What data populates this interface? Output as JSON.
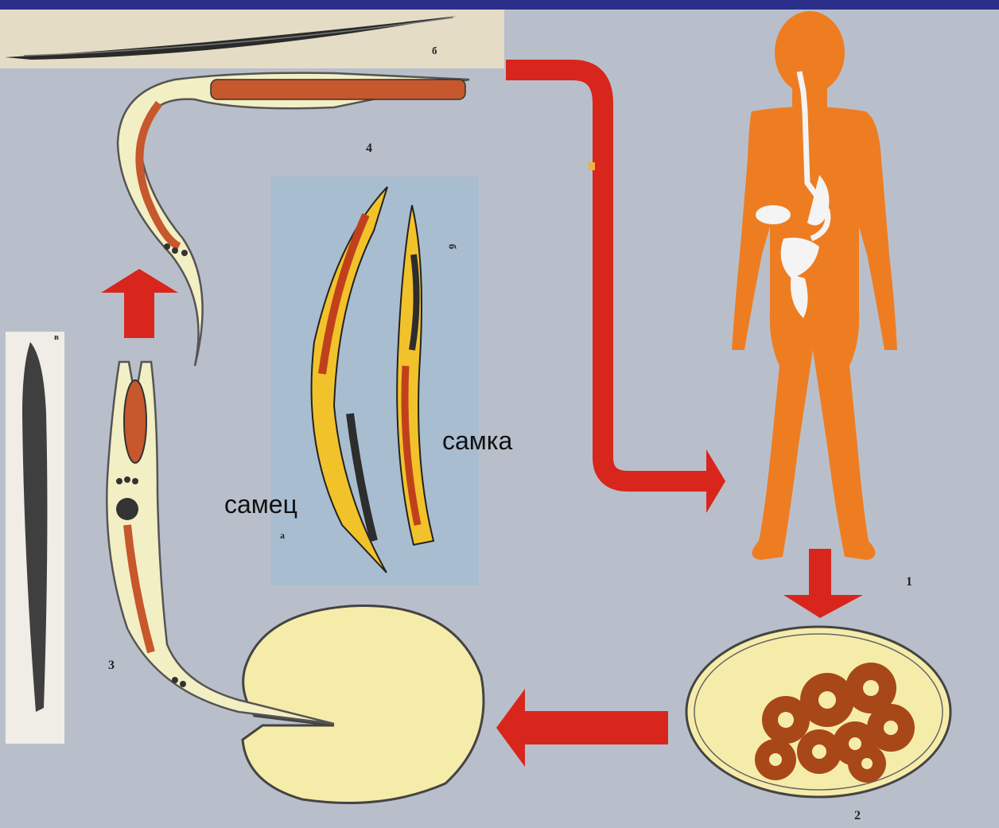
{
  "labels": {
    "male": "самец",
    "female": "самка"
  },
  "figure_numbers": {
    "n1": "1",
    "n2": "2",
    "n3": "3",
    "n4": "4",
    "b_top": "б",
    "b_inset": "б",
    "a_inset": "а",
    "v_left": "в"
  },
  "colors": {
    "background": "#b9bfca",
    "frame": "#2c2f8a",
    "arrow": "#d8261c",
    "human": "#ee7d22",
    "egg_fill": "#f6ecaa",
    "larva_body": "#f3efc4",
    "larva_tract": "#c7572c"
  }
}
